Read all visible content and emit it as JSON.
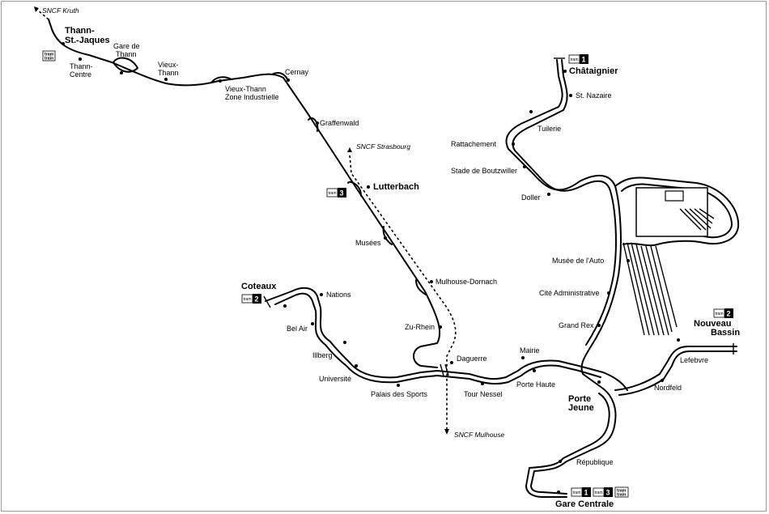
{
  "stations": {
    "thann_st_jaques": {
      "l1": "Thann-",
      "l2": "St.-Jaques"
    },
    "thann_centre": {
      "l1": "Thann-",
      "l2": "Centre"
    },
    "gare_de_thann": {
      "l1": "Gare de",
      "l2": "Thann"
    },
    "vieux_thann": {
      "l1": "Vieux-",
      "l2": "Thann"
    },
    "vieux_thann_zi": {
      "l1": "Vieux-Thann",
      "l2": "Zone Industrielle"
    },
    "cernay": "Cernay",
    "graffenwald": "Graffenwald",
    "lutterbach": "Lutterbach",
    "musees": "Musées",
    "mulhouse_dornach": "Mulhouse-Dornach",
    "zu_rhein": "Zu-Rhein",
    "coteaux": "Coteaux",
    "nations": "Nations",
    "bel_air": "Bel Air",
    "illberg": "Illberg",
    "universite": "Université",
    "palais_des_sports": "Palais des Sports",
    "daguerre": "Daguerre",
    "tour_nessel": "Tour Nessel",
    "mairie": "Mairie",
    "porte_haute": "Porte Haute",
    "porte_jeune": {
      "l1": "Porte",
      "l2": "Jeune"
    },
    "republique": "République",
    "gare_centrale": "Gare Centrale",
    "chataignier": "Châtaignier",
    "st_nazaire": "St. Nazaire",
    "tuilerie": "Tuilerie",
    "rattachement": "Rattachement",
    "stade_de_boutzwiller": "Stade de Boutzwiller",
    "doller": "Doller",
    "musee_de_l_auto": "Musée de l'Auto",
    "cite_administrative": "Cité Administrative",
    "grand_rex": "Grand Rex",
    "nouveau_bassin": {
      "l1": "Nouveau",
      "l2": "Bassin"
    },
    "lefebvre": "Lefebvre",
    "nordfeld": "Nordfeld"
  },
  "sncf": {
    "kruth": "SNCF Kruth",
    "strasbourg": "SNCF Strasbourg",
    "mulhouse": "SNCF Mulhouse"
  },
  "badges": {
    "tram": "tram",
    "train": "train",
    "line1": "1",
    "line2": "2",
    "line3": "3"
  },
  "colors": {
    "track": "#000000",
    "background": "#ffffff",
    "frame": "#9a9a9a"
  }
}
